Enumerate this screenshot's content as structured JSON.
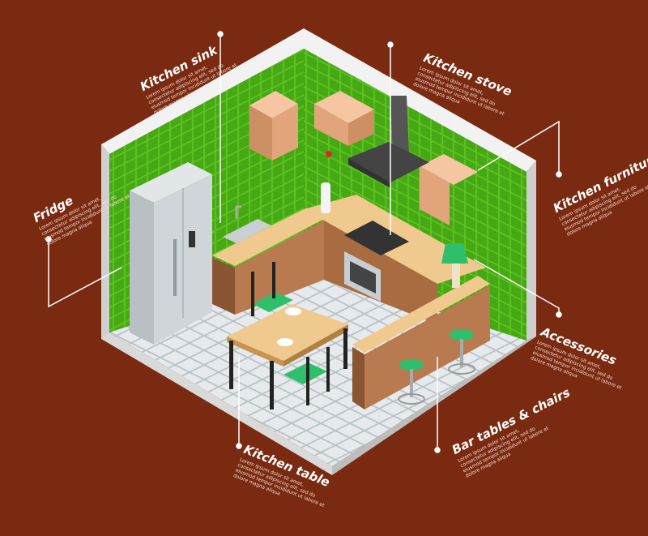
{
  "colors": {
    "background": "#7a2a10",
    "wall": "#5cc21f",
    "floor": "#e4e8ea",
    "wood": "#b87a4e",
    "counter": "#f0c98e",
    "accent_green": "#2fbf6a"
  },
  "labels": [
    {
      "id": "kitchen-sink",
      "title": "Kitchen sink",
      "text": "Lorem ipsum dolor sit amet, consectetur adipiscing elit, sed do eiusmod tempor incididunt ut labore et dolore magna aliqua"
    },
    {
      "id": "kitchen-stove",
      "title": "Kitchen stove",
      "text": "Lorem ipsum dolor sit amet, consectetur adipiscing elit, sed do eiusmod tempor incididunt ut labore et dolore magna aliqua"
    },
    {
      "id": "fridge",
      "title": "Fridge",
      "text": "Lorem ipsum dolor sit amet, consectetur adipiscing elit, sed do eiusmod tempor incididunt ut labore et dolore magna aliqua"
    },
    {
      "id": "kitchen-furniture",
      "title": "Kitchen furniture",
      "text": "Lorem ipsum dolor sit amet, consectetur adipiscing elit, sed do eiusmod tempor incididunt ut labore et dolore magna aliqua"
    },
    {
      "id": "accessories",
      "title": "Accessories",
      "text": "Lorem ipsum dolor sit amet, consectetur adipiscing elit, sed do eiusmod tempor incididunt ut labore et dolore magna aliqua"
    },
    {
      "id": "bar-tables-chairs",
      "title": "Bar tables & chairs",
      "text": "Lorem ipsum dolor sit amet, consectetur adipiscing elit, sed do eiusmod tempor incididunt ut labore et dolore magna aliqua"
    },
    {
      "id": "kitchen-table",
      "title": "Kitchen table",
      "text": "Lorem ipsum dolor sit amet, consectetur adipiscing elit, sed do eiusmod tempor incididunt ut labore et dolore magna aliqua"
    }
  ]
}
